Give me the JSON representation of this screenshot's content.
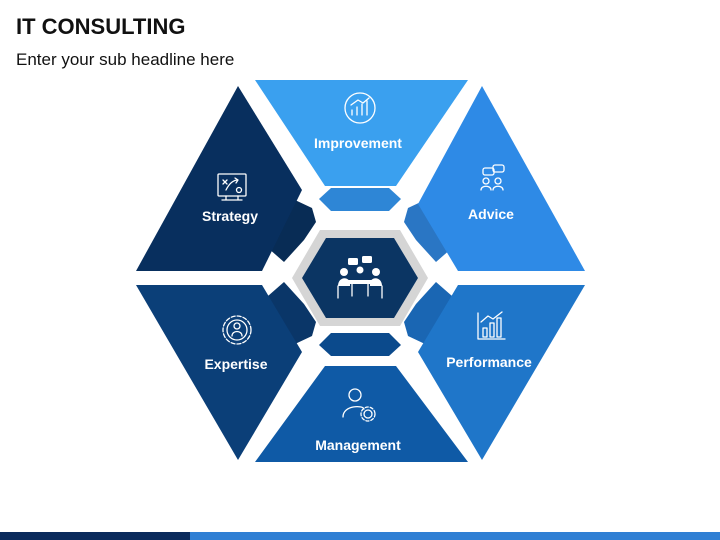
{
  "header": {
    "title": "IT CONSULTING",
    "subtitle": "Enter your sub headline here"
  },
  "segments": [
    {
      "label": "Improvement",
      "icon": "growth-cycle-icon",
      "color": "#3aa0ef"
    },
    {
      "label": "Advice",
      "icon": "discussion-people-icon",
      "color": "#2e8ae6"
    },
    {
      "label": "Performance",
      "icon": "performance-chart-icon",
      "color": "#1f76c9"
    },
    {
      "label": "Management",
      "icon": "user-gear-icon",
      "color": "#0f5aa6"
    },
    {
      "label": "Expertise",
      "icon": "expert-gear-icon",
      "color": "#0b3f78"
    },
    {
      "label": "Strategy",
      "icon": "strategy-board-icon",
      "color": "#082f5e"
    }
  ],
  "center": {
    "icon": "meeting-table-icon",
    "color": "#0b3563"
  },
  "colors": {
    "background": "#ffffff",
    "bottom_bar_dark": "#0a2a5c",
    "bottom_bar_light": "#2f7fd4"
  }
}
